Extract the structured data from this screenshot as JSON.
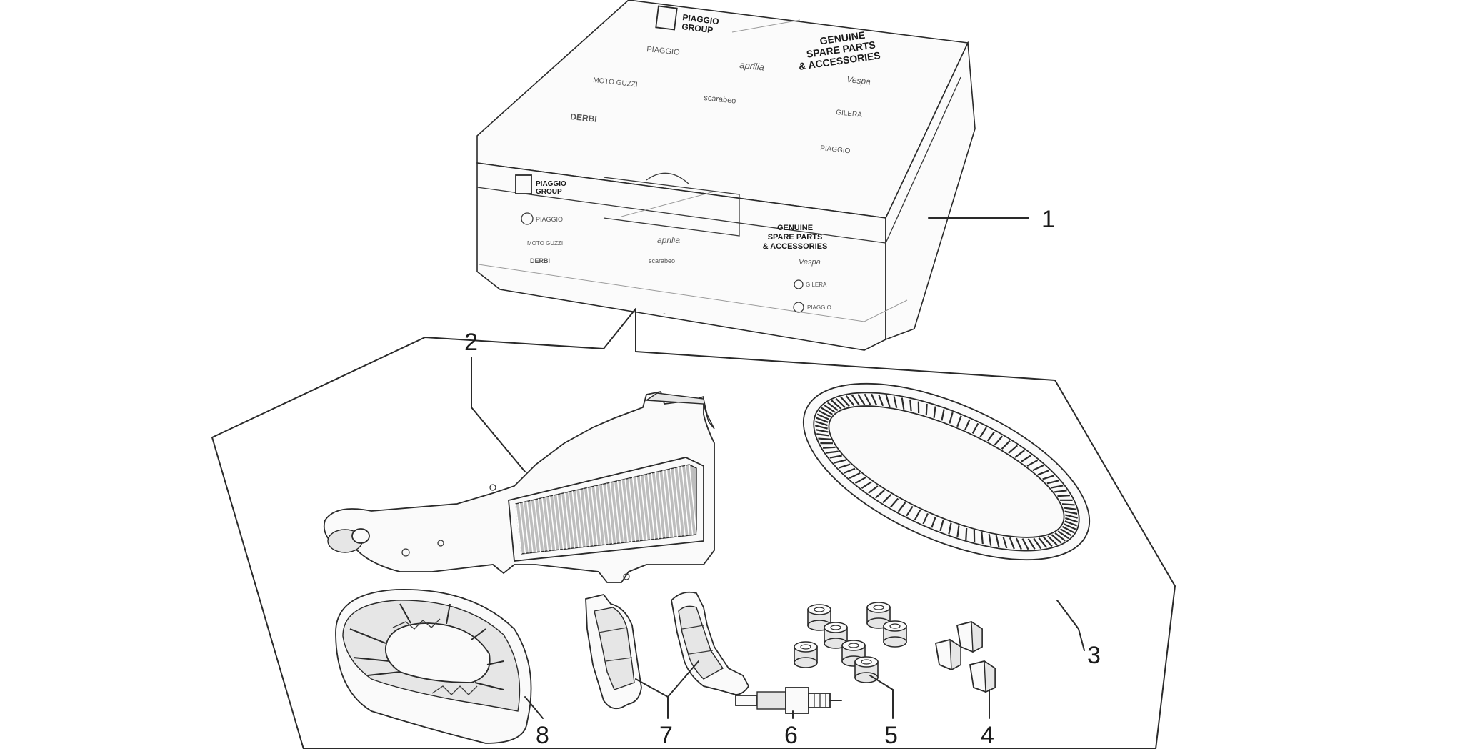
{
  "diagram": {
    "box": {
      "group_label_line1": "PIAGGIO",
      "group_label_line2": "GROUP",
      "genuine_line1": "GENUINE",
      "genuine_line2": "SPARE PARTS",
      "genuine_line3": "& ACCESSORIES",
      "brands": [
        "PIAGGIO",
        "aprilia",
        "Vespa",
        "MOTO GUZZI",
        "scarabeo",
        "DERBI",
        "GILERA",
        "PIAGGIO"
      ]
    },
    "callouts": [
      "1",
      "2",
      "3",
      "4",
      "5",
      "6",
      "7",
      "8"
    ]
  }
}
